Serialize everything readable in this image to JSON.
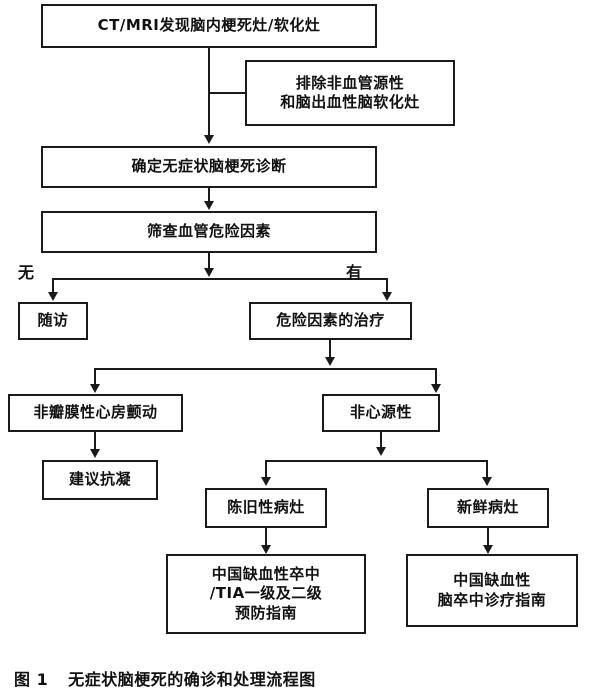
{
  "figure": {
    "caption_label": "图 1",
    "caption_text": "无症状脑梗死的确诊和处理流程图"
  },
  "branch_labels": {
    "none": "无",
    "present": "有"
  },
  "nodes": {
    "ct_mri": {
      "line1": "CT/MRI发现脑内梗死灶/软化灶"
    },
    "exclude": {
      "line1": "排除非血管源性",
      "line2": "和脑出血性脑软化灶"
    },
    "confirm_diagnosis": {
      "line1": "确定无症状脑梗死诊断"
    },
    "screen_risk": {
      "line1": "筛查血管危险因素"
    },
    "follow_up": {
      "line1": "随访"
    },
    "risk_treatment": {
      "line1": "危险因素的治疗"
    },
    "nonvalvular_af": {
      "line1": "非瓣膜性心房颤动"
    },
    "noncardiogenic": {
      "line1": "非心源性"
    },
    "anticoagulation": {
      "line1": "建议抗凝"
    },
    "old_lesion": {
      "line1": "陈旧性病灶"
    },
    "fresh_lesion": {
      "line1": "新鲜病灶"
    },
    "guideline_prevention": {
      "line1": "中国缺血性卒中",
      "line2": "/TIA一级及二级",
      "line3": "预防指南"
    },
    "guideline_treatment": {
      "line1": "中国缺血性",
      "line2": "脑卒中诊疗指南"
    }
  },
  "colors": {
    "ink": "#1a1a1a",
    "paper": "#ffffff"
  }
}
